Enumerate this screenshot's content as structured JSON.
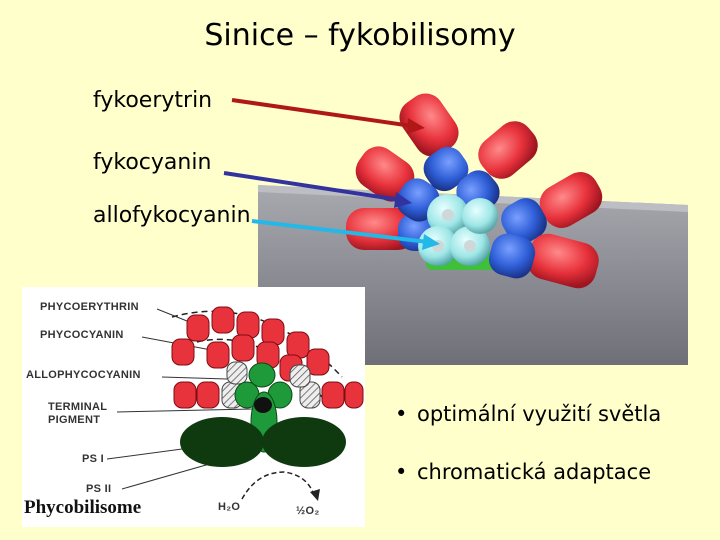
{
  "title": "Sinice – fykobilisomy",
  "labels": {
    "phycoerythrin": "fykoerytrin",
    "phycocyanin": "fykocyanin",
    "allophycocyanin": "allofykocyanin"
  },
  "diagram": {
    "phycoerythrin": "PHYCOERYTHRIN",
    "phycocyanin": "PHYCOCYANIN",
    "allophycocyanin": "ALLOPHYCOCYANIN",
    "terminal_1": "TERMINAL",
    "terminal_2": "PIGMENT",
    "ps1": "PS I",
    "ps2": "PS II",
    "caption": "Phycobilisome",
    "h2o": "H₂O",
    "o2": "½O₂"
  },
  "bullets": [
    "optimální využití světla",
    "chromatická adaptace"
  ],
  "colors": {
    "background": "#ffffcc",
    "phycoerythrin": "#e8323c",
    "phycocyanin": "#2f5fd8",
    "allophycocyanin": "#9ee6e6",
    "thylakoid": "#8a8a8a",
    "arrow_pe": "#b01818",
    "arrow_pc": "#3333a0",
    "arrow_apc": "#22b8e8",
    "photosystem": "#0f3a10",
    "terminal_green": "#1f9a3a"
  }
}
